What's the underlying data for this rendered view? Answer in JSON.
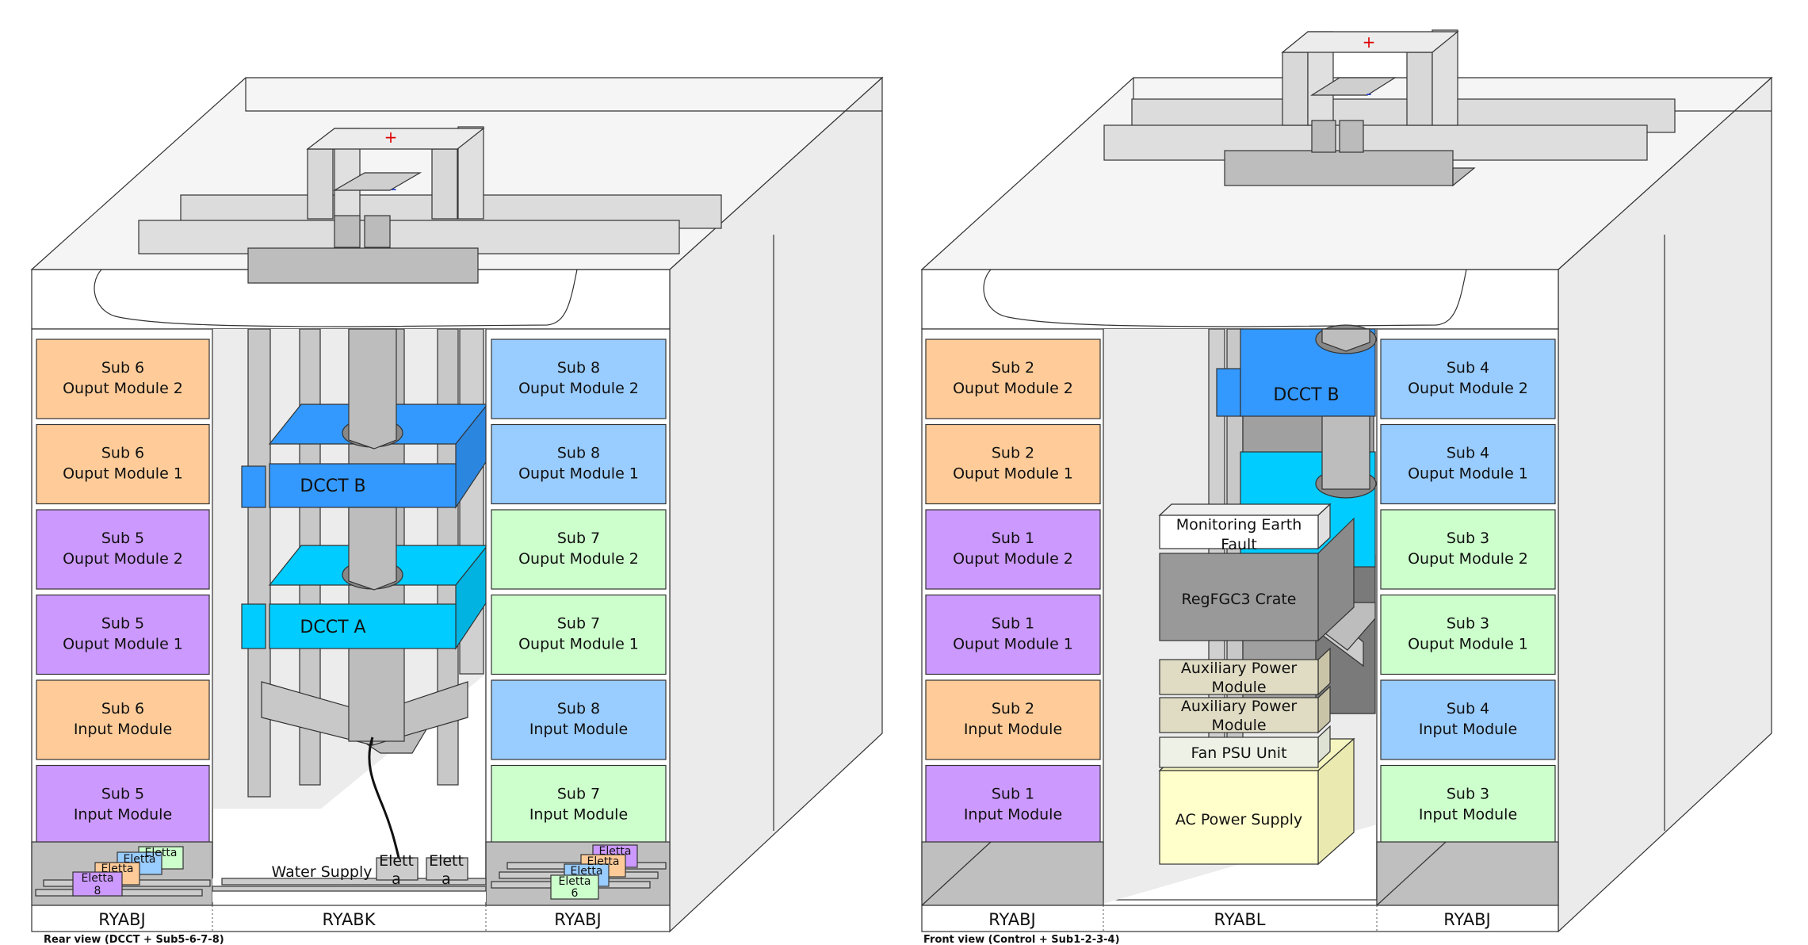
{
  "colors": {
    "orange": "#ffcc99",
    "purple": "#cc99ff",
    "blue": "#99ccff",
    "green": "#ccffcc",
    "dcct_b": "#3399ff",
    "dcct_a": "#00ccff",
    "crate": "#999999",
    "aux": "#e0dcc4",
    "fan": "#eef2e6",
    "ac": "#ffffcc",
    "monitor": "#ffffff",
    "cabinet": "#e8e8e8",
    "frame": "#d9d9d9",
    "gray": "#c0c0c0"
  },
  "rear": {
    "caption": "Rear view (DCCT + Sub5-6-7-8)",
    "plus": "+",
    "minus": "-",
    "left_modules": [
      {
        "l1": "Sub 6",
        "l2": "Ouput Module 2",
        "color": "orange"
      },
      {
        "l1": "Sub 6",
        "l2": "Ouput Module 1",
        "color": "orange"
      },
      {
        "l1": "Sub 5",
        "l2": "Ouput Module 2",
        "color": "purple"
      },
      {
        "l1": "Sub 5",
        "l2": "Ouput Module 1",
        "color": "purple"
      },
      {
        "l1": "Sub 6",
        "l2": "Input Module",
        "color": "orange"
      },
      {
        "l1": "Sub 5",
        "l2": "Input Module",
        "color": "purple"
      }
    ],
    "right_modules": [
      {
        "l1": "Sub 8",
        "l2": "Ouput Module 2",
        "color": "blue"
      },
      {
        "l1": "Sub 8",
        "l2": "Ouput Module 1",
        "color": "blue"
      },
      {
        "l1": "Sub 7",
        "l2": "Ouput Module 2",
        "color": "green"
      },
      {
        "l1": "Sub 7",
        "l2": "Ouput Module 1",
        "color": "green"
      },
      {
        "l1": "Sub 8",
        "l2": "Input Module",
        "color": "blue"
      },
      {
        "l1": "Sub 7",
        "l2": "Input Module",
        "color": "green"
      }
    ],
    "dcct_b": "DCCT B",
    "dcct_a": "DCCT A",
    "water_supply": "Water Supply",
    "eletta_center": [
      "Elett",
      "a",
      "Elett",
      "a"
    ],
    "eletta_left": [
      "Eletta",
      "Eletta",
      "Eletta",
      "Eletta",
      "8"
    ],
    "eletta_right": [
      "Eletta",
      "Eletta",
      "Eletta",
      "Eletta",
      "6"
    ],
    "racks": [
      "RYABJ",
      "RYABK",
      "RYABJ"
    ]
  },
  "front": {
    "caption": "Front view (Control + Sub1-2-3-4)",
    "plus": "+",
    "minus": "-",
    "left_modules": [
      {
        "l1": "Sub 2",
        "l2": "Ouput Module 2",
        "color": "orange"
      },
      {
        "l1": "Sub 2",
        "l2": "Ouput Module 1",
        "color": "orange"
      },
      {
        "l1": "Sub 1",
        "l2": "Ouput Module 2",
        "color": "purple"
      },
      {
        "l1": "Sub 1",
        "l2": "Ouput Module 1",
        "color": "purple"
      },
      {
        "l1": "Sub 2",
        "l2": "Input Module",
        "color": "orange"
      },
      {
        "l1": "Sub 1",
        "l2": "Input Module",
        "color": "purple"
      }
    ],
    "right_modules": [
      {
        "l1": "Sub 4",
        "l2": "Ouput Module 2",
        "color": "blue"
      },
      {
        "l1": "Sub 4",
        "l2": "Ouput Module 1",
        "color": "blue"
      },
      {
        "l1": "Sub 3",
        "l2": "Ouput Module 2",
        "color": "green"
      },
      {
        "l1": "Sub 3",
        "l2": "Ouput Module 1",
        "color": "green"
      },
      {
        "l1": "Sub 4",
        "l2": "Input Module",
        "color": "blue"
      },
      {
        "l1": "Sub 3",
        "l2": "Input Module",
        "color": "green"
      }
    ],
    "dcct_b": "DCCT B",
    "monitoring": [
      "Monitoring Earth",
      "Fault"
    ],
    "crate": "RegFGC3 Crate",
    "aux1": [
      "Auxiliary Power",
      "Module"
    ],
    "aux2": [
      "Auxiliary Power",
      "Module"
    ],
    "fan": "Fan PSU Unit",
    "ac": "AC Power Supply",
    "racks": [
      "RYABJ",
      "RYABL",
      "RYABJ"
    ]
  }
}
